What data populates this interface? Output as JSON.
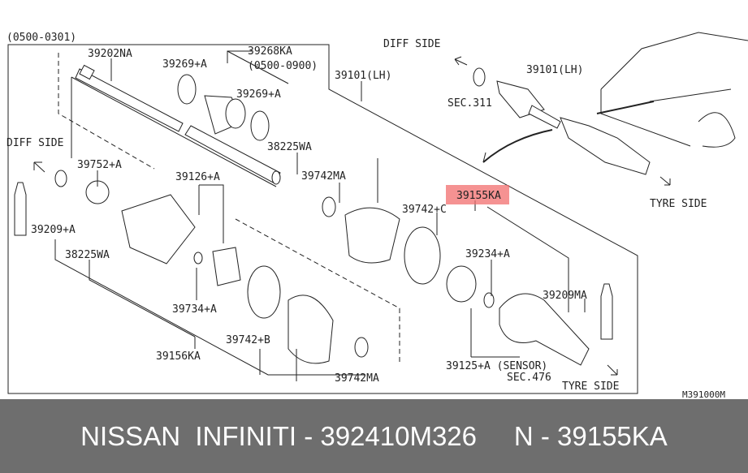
{
  "diagram": {
    "date_range_main": "(0500-0301)",
    "date_range_boot": "(0500-0900)",
    "diff_side": "DIFF SIDE",
    "tyre_side": "TYRE SIDE",
    "drawing_code": "M391000M",
    "highlight_color": "#f26d6d",
    "labels": {
      "p39202NA": "39202NA",
      "p39268KA": "39268KA",
      "p39269A_1": "39269+A",
      "p39269A_2": "39269+A",
      "p39101LH_main": "39101(LH)",
      "p38225WA_1": "38225WA",
      "p38225WA_2": "38225WA",
      "p39752A": "39752+A",
      "p39126A": "39126+A",
      "p39742MA_1": "39742MA",
      "p39742MA_2": "39742MA",
      "p39155KA": "39155KA",
      "p39742C": "39742+C",
      "p39209A": "39209+A",
      "p39234A": "39234+A",
      "p39209MA": "39209MA",
      "p39734A": "39734+A",
      "p39742B": "39742+B",
      "p39156KA": "39156KA",
      "p39125A": "39125+A (SENSOR)",
      "sec476": "SEC.476",
      "p39101LH_inset": "39101(LH)",
      "sec311": "SEC.311"
    }
  },
  "footer": {
    "text": "NISSAN  INFINITI - 392410M326     N - 39155KA"
  }
}
